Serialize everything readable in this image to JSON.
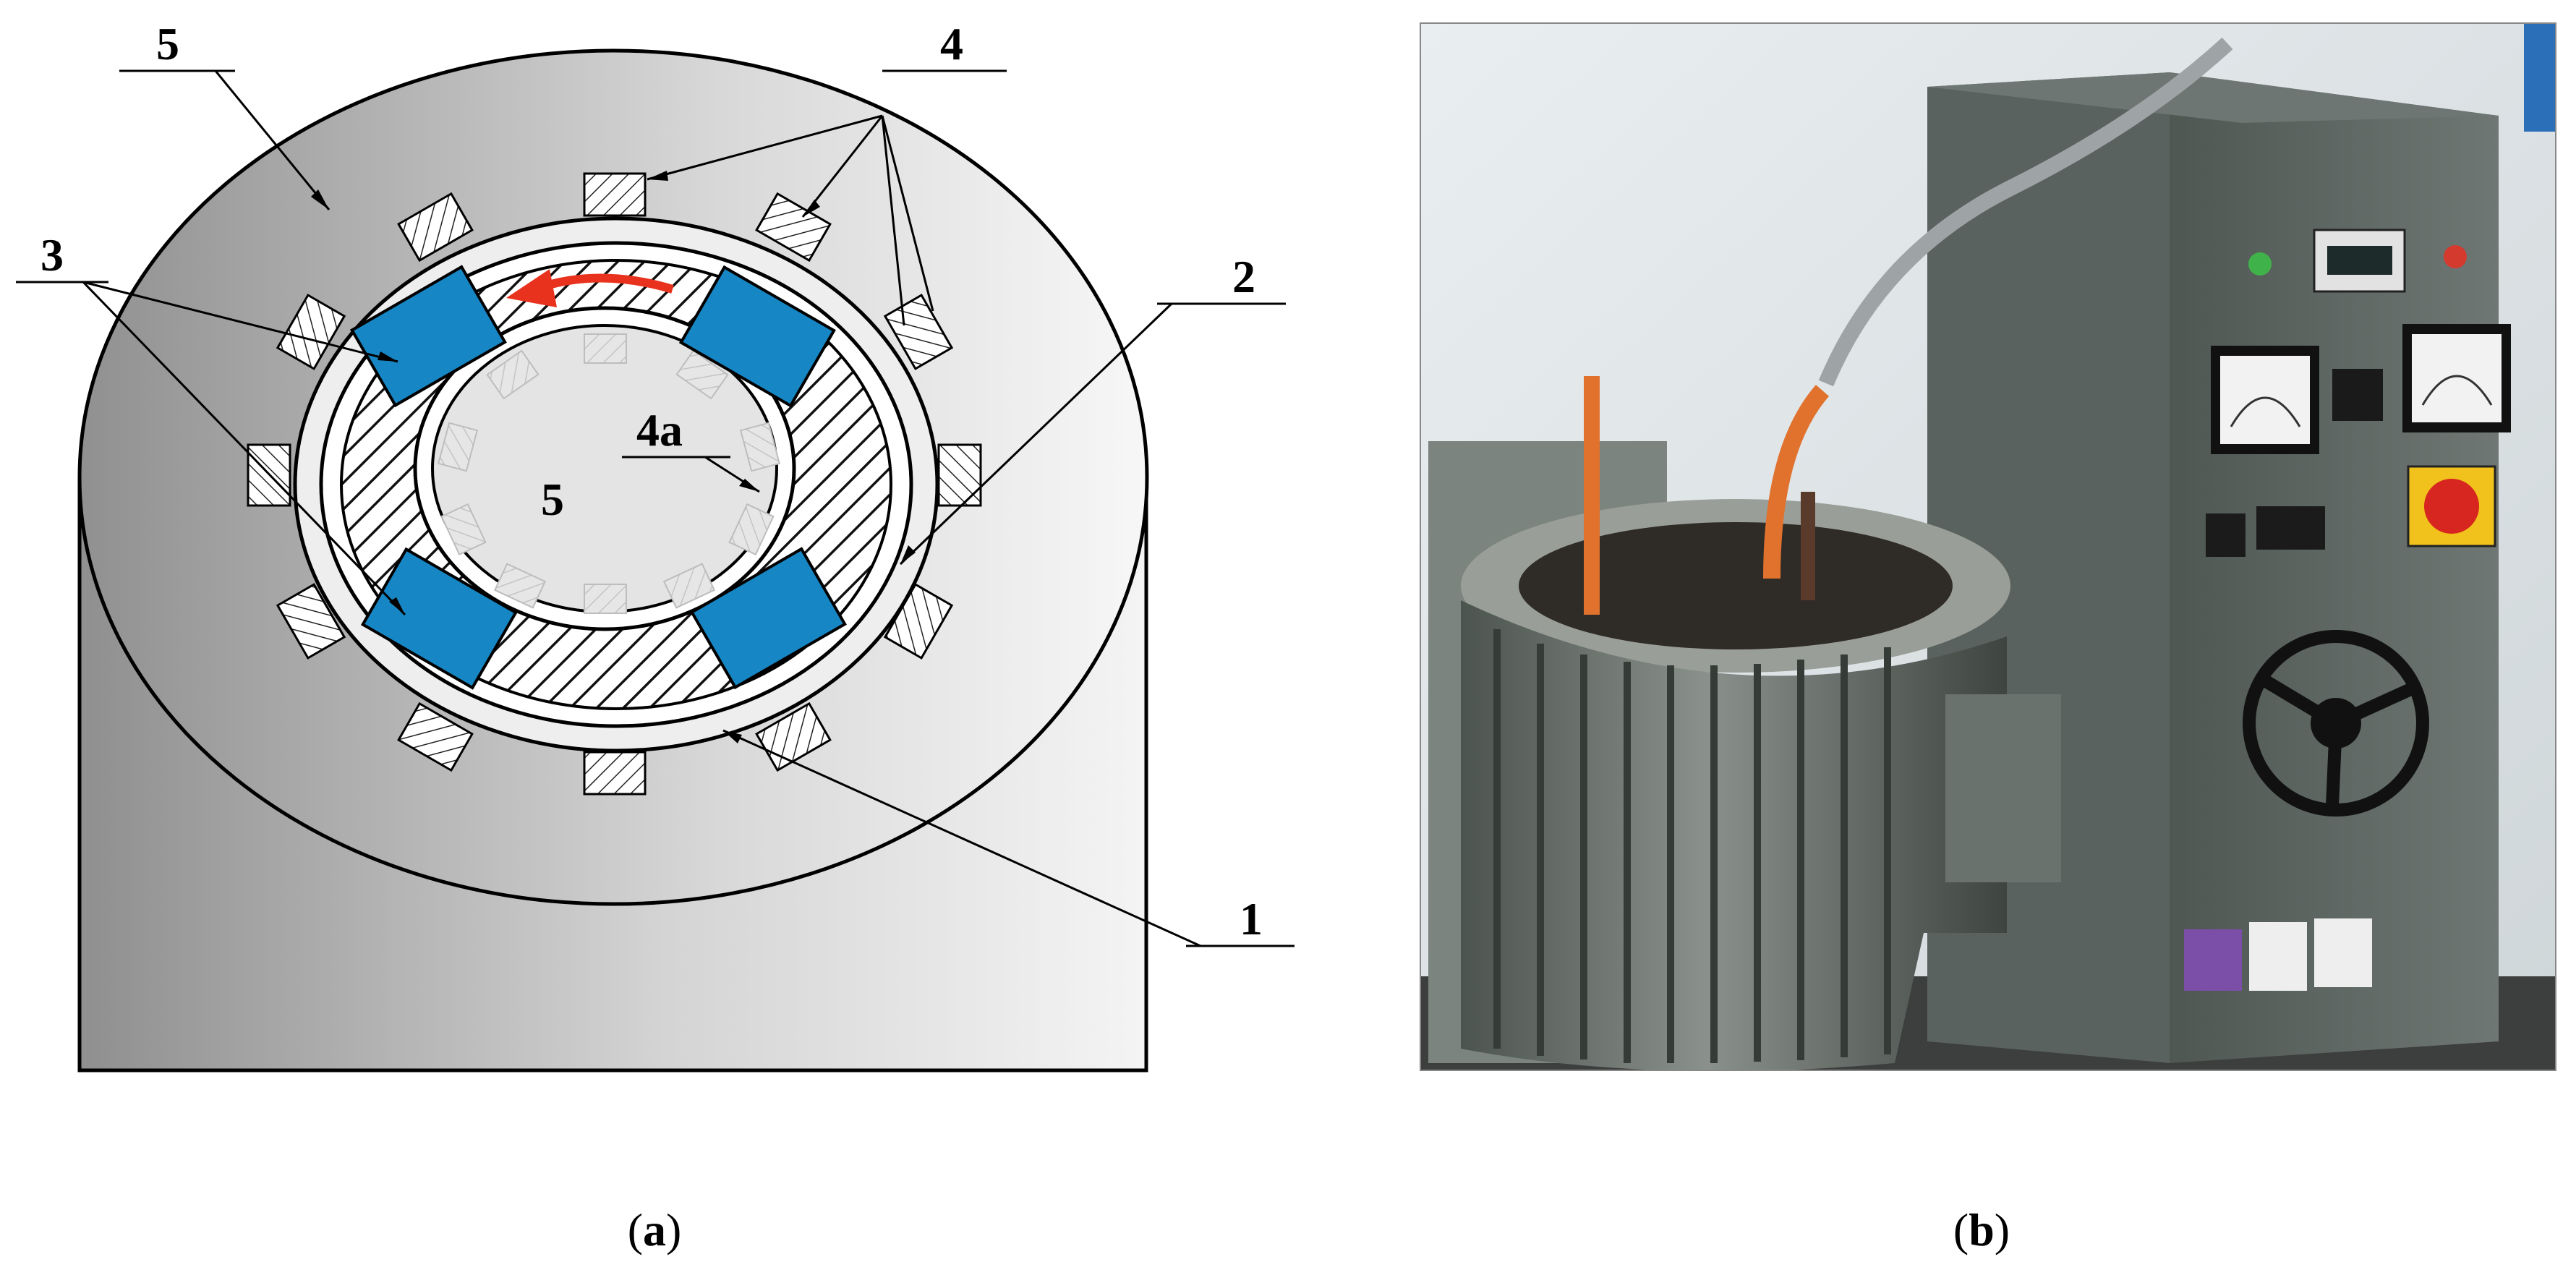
{
  "panel_a": {
    "labels": {
      "outer_housing_top": "5",
      "teeth": "4",
      "magnets": "3",
      "ring": "2",
      "inner_teeth": "4a",
      "inner_housing": "5",
      "rotor": "1"
    },
    "caption": {
      "open": "(",
      "letter": "a",
      "close": ")"
    },
    "colors": {
      "magnet_fill": "#1786c4",
      "arrow": "#e8321e"
    }
  },
  "panel_b": {
    "caption": {
      "open": "(",
      "letter": "b",
      "close": ")"
    }
  }
}
